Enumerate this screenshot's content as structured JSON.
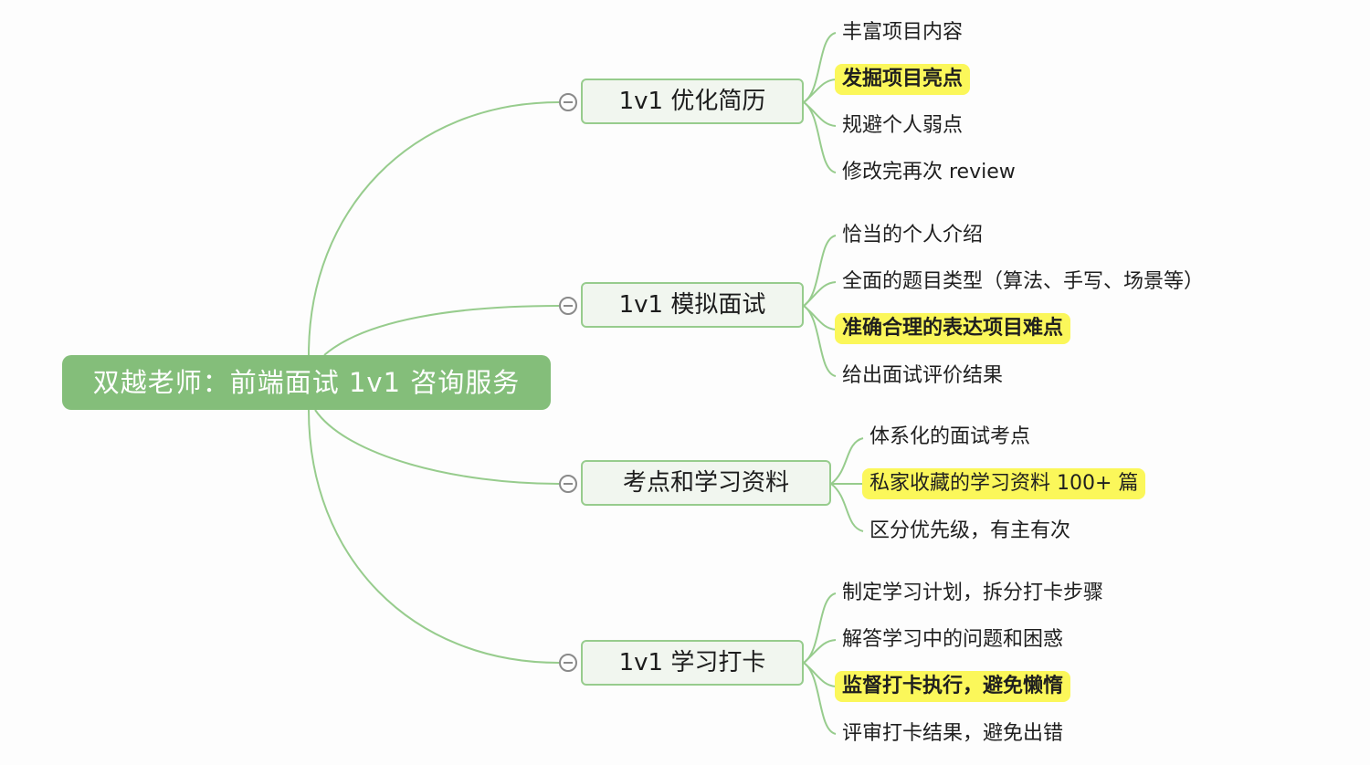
{
  "root": {
    "label": "双越老师：前端面试 1v1 咨询服务",
    "color": "#84be7a"
  },
  "highlight_color": "#fbf75a",
  "line_color": "#97cc8d",
  "branches": [
    {
      "label": "1v1 优化简历",
      "collapse_icon": "minus-circle",
      "children": [
        {
          "label": "丰富项目内容",
          "highlighted": false
        },
        {
          "label": "发掘项目亮点",
          "highlighted": true
        },
        {
          "label": "规避个人弱点",
          "highlighted": false
        },
        {
          "label": "修改完再次 review",
          "highlighted": false
        }
      ]
    },
    {
      "label": "1v1 模拟面试",
      "collapse_icon": "minus-circle",
      "children": [
        {
          "label": "恰当的个人介绍",
          "highlighted": false
        },
        {
          "label": "全面的题目类型（算法、手写、场景等）",
          "highlighted": false
        },
        {
          "label": "准确合理的表达项目难点",
          "highlighted": true
        },
        {
          "label": "给出面试评价结果",
          "highlighted": false
        }
      ]
    },
    {
      "label": "考点和学习资料",
      "collapse_icon": "minus-circle",
      "children": [
        {
          "label": "体系化的面试考点",
          "highlighted": false
        },
        {
          "label": "私家收藏的学习资料 100+ 篇",
          "highlighted": true
        },
        {
          "label": "区分优先级，有主有次",
          "highlighted": false
        }
      ]
    },
    {
      "label": "1v1 学习打卡",
      "collapse_icon": "minus-circle",
      "children": [
        {
          "label": "制定学习计划，拆分打卡步骤",
          "highlighted": false
        },
        {
          "label": "解答学习中的问题和困惑",
          "highlighted": false
        },
        {
          "label": "监督打卡执行，避免懒惰",
          "highlighted": true
        },
        {
          "label": "评审打卡结果，避免出错",
          "highlighted": false
        }
      ]
    }
  ]
}
